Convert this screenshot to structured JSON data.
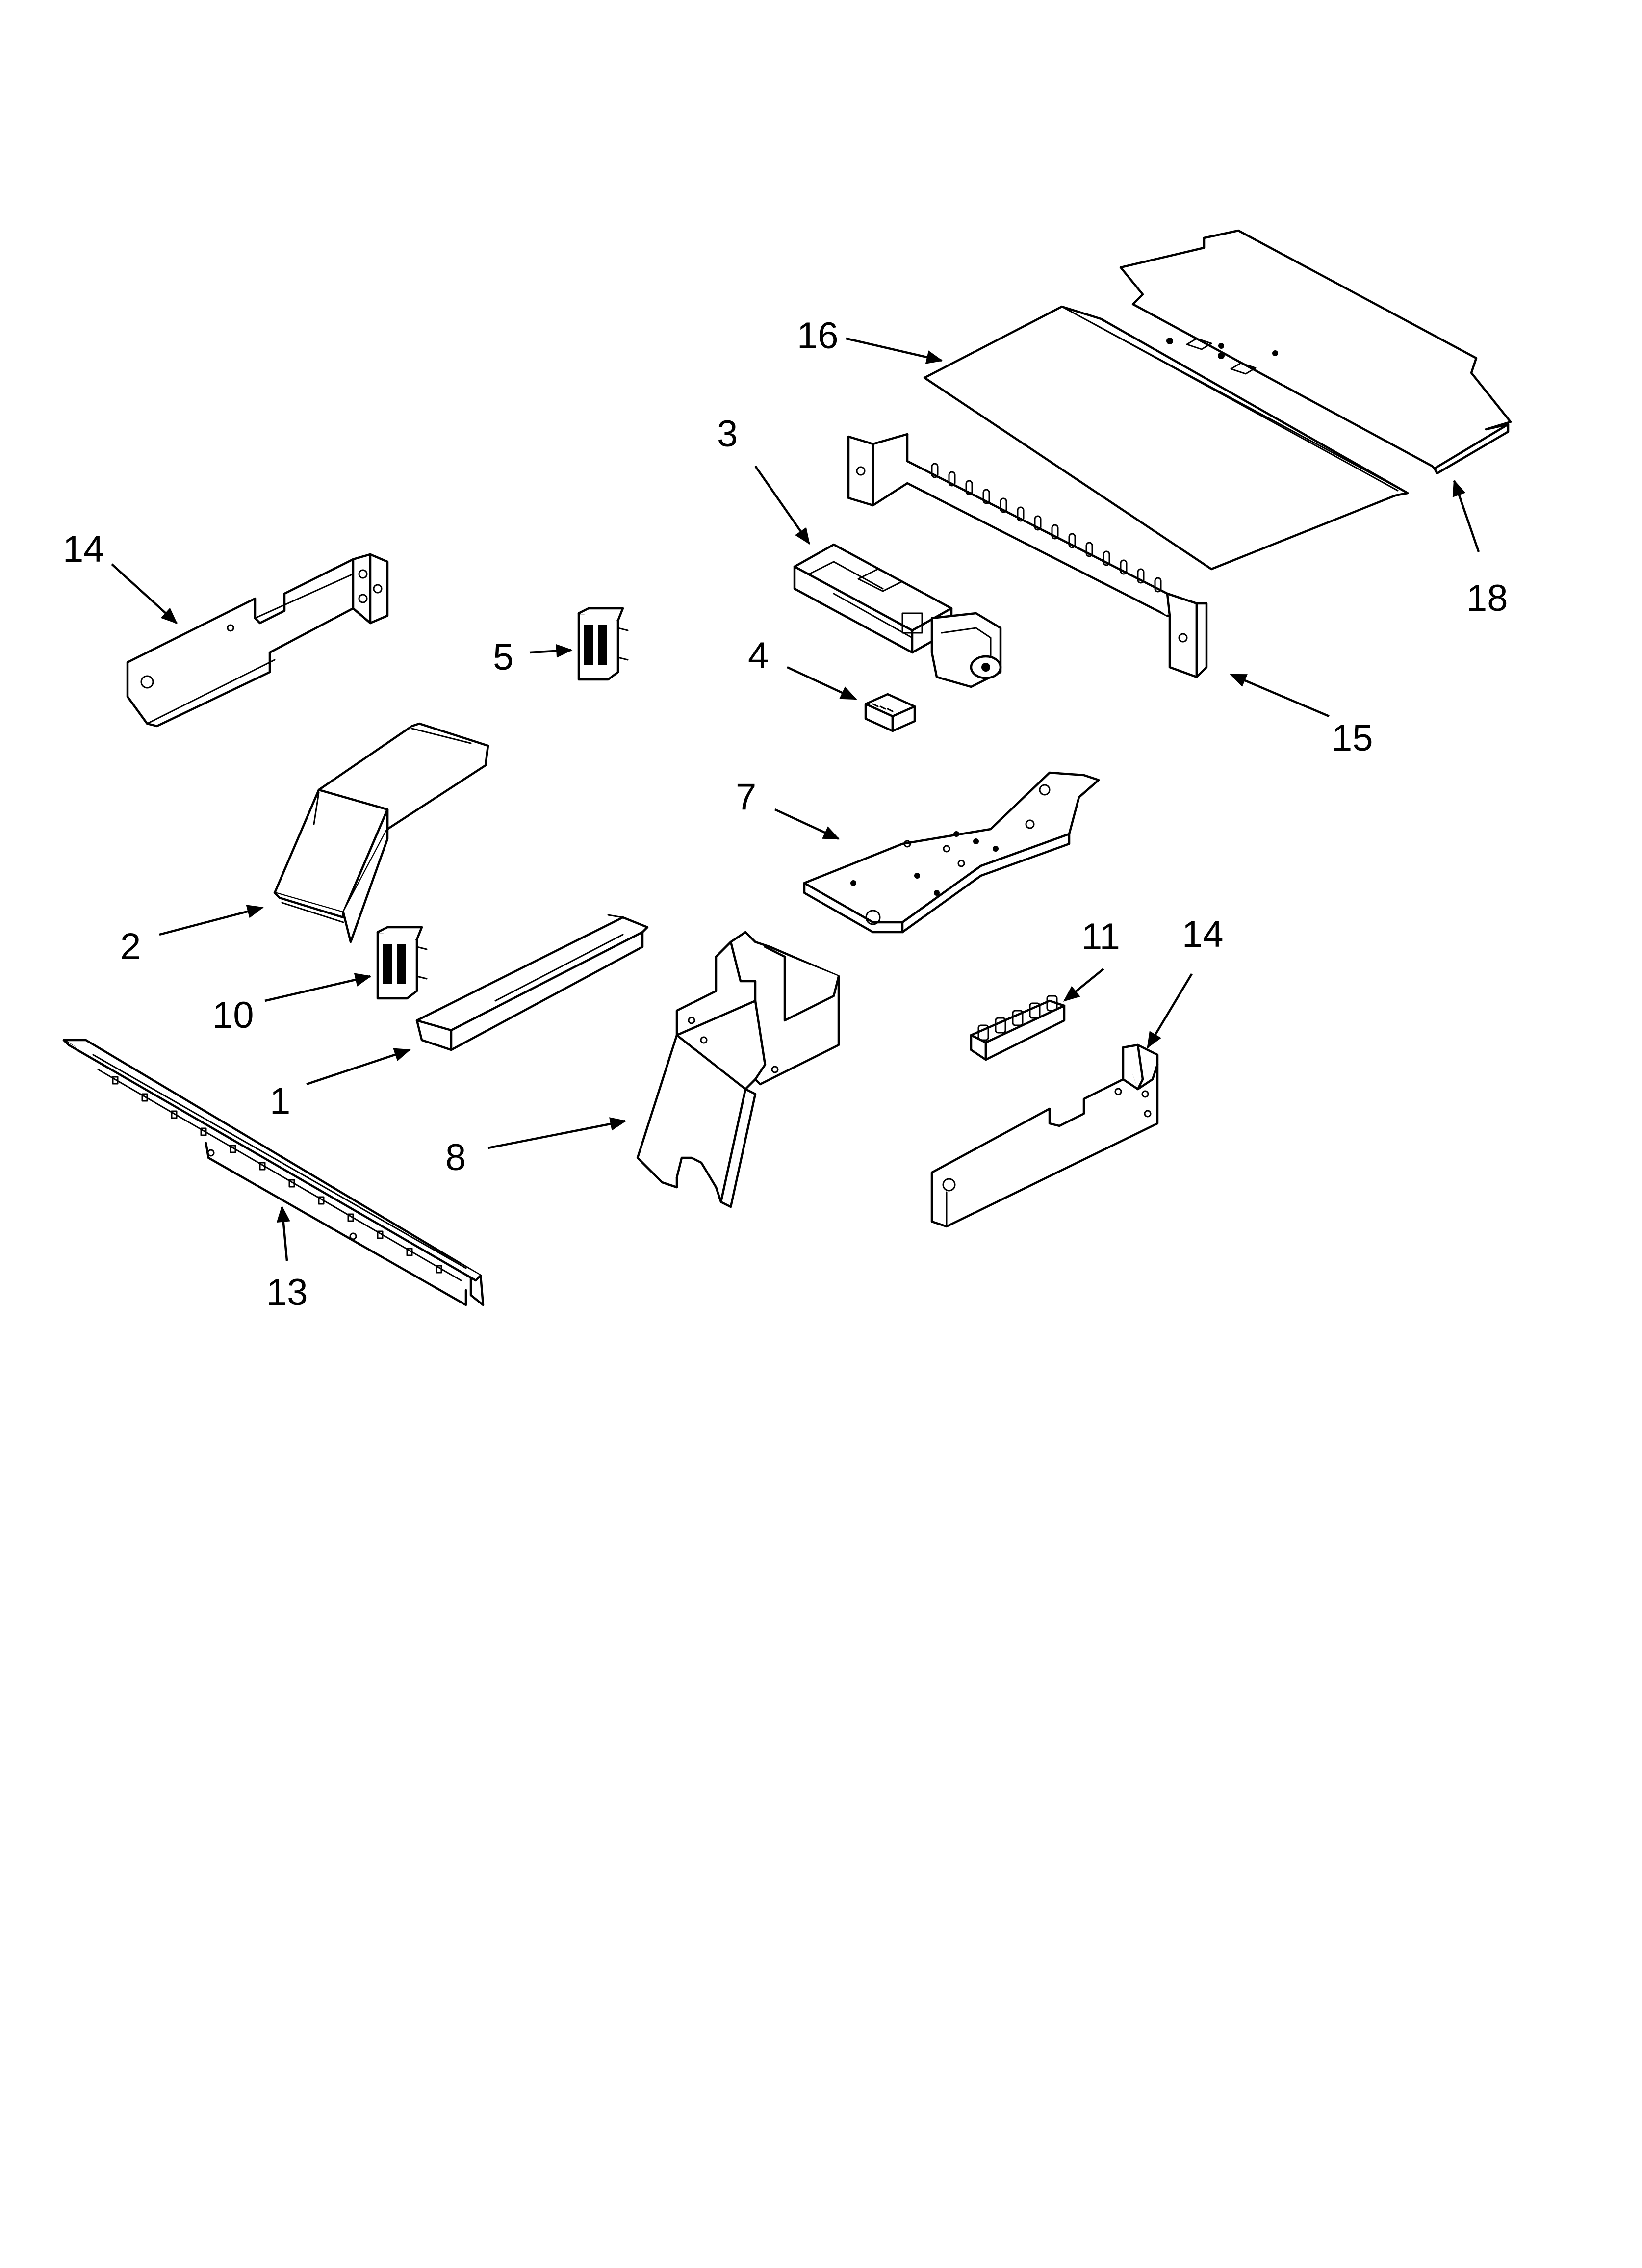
{
  "callouts": [
    {
      "id": "c16",
      "label": "16"
    },
    {
      "id": "c3",
      "label": "3"
    },
    {
      "id": "c14a",
      "label": "14"
    },
    {
      "id": "c18",
      "label": "18"
    },
    {
      "id": "c5",
      "label": "5"
    },
    {
      "id": "c4",
      "label": "4"
    },
    {
      "id": "c15",
      "label": "15"
    },
    {
      "id": "c7",
      "label": "7"
    },
    {
      "id": "c2",
      "label": "2"
    },
    {
      "id": "c11",
      "label": "11"
    },
    {
      "id": "c14b",
      "label": "14"
    },
    {
      "id": "c10",
      "label": "10"
    },
    {
      "id": "c1",
      "label": "1"
    },
    {
      "id": "c8",
      "label": "8"
    },
    {
      "id": "c13",
      "label": "13"
    }
  ],
  "colors": {
    "line": "#000000",
    "background": "#ffffff"
  }
}
